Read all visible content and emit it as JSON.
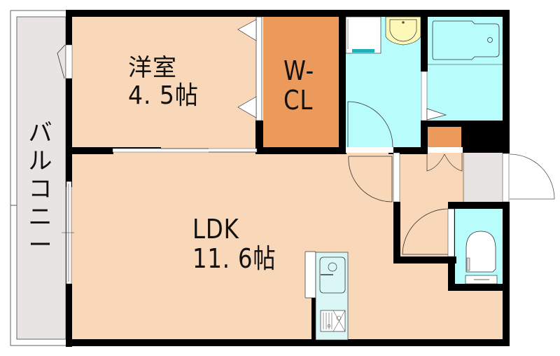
{
  "floor_plan": {
    "rooms": [
      {
        "id": "western_room",
        "name": "洋室",
        "size": "4.5帖",
        "size_display": "4. 5帖"
      },
      {
        "id": "walk_in_closet",
        "name": "W-CL",
        "line1": "W-",
        "line2": "CL"
      },
      {
        "id": "ldk",
        "name": "LDK",
        "size": "11.6帖",
        "size_display": "11. 6帖"
      },
      {
        "id": "balcony",
        "name": "バルコニー",
        "chars": [
          "バ",
          "ル",
          "コ",
          "ニ",
          "ー"
        ]
      },
      {
        "id": "washroom",
        "name": "",
        "fixtures": [
          "washing-machine",
          "washbasin"
        ]
      },
      {
        "id": "bathroom",
        "name": "",
        "fixtures": [
          "bathtub"
        ]
      },
      {
        "id": "toilet",
        "name": "",
        "fixtures": [
          "toilet"
        ]
      },
      {
        "id": "entrance",
        "name": "",
        "fixtures": [
          "shoe-cabinet"
        ]
      },
      {
        "id": "kitchen",
        "name": "",
        "fixtures": [
          "sink",
          "stove",
          "refrigerator-space"
        ]
      }
    ],
    "colors": {
      "wall": "#000000",
      "room_floor": "#f8d8b8",
      "closet": "#ec9a5c",
      "wet_area": "#b8fcfc",
      "balcony": "#e8e4e4",
      "washbasin": "#fcf8b8",
      "washer_accent": "#20b0b8",
      "background": "#ffffff"
    }
  }
}
